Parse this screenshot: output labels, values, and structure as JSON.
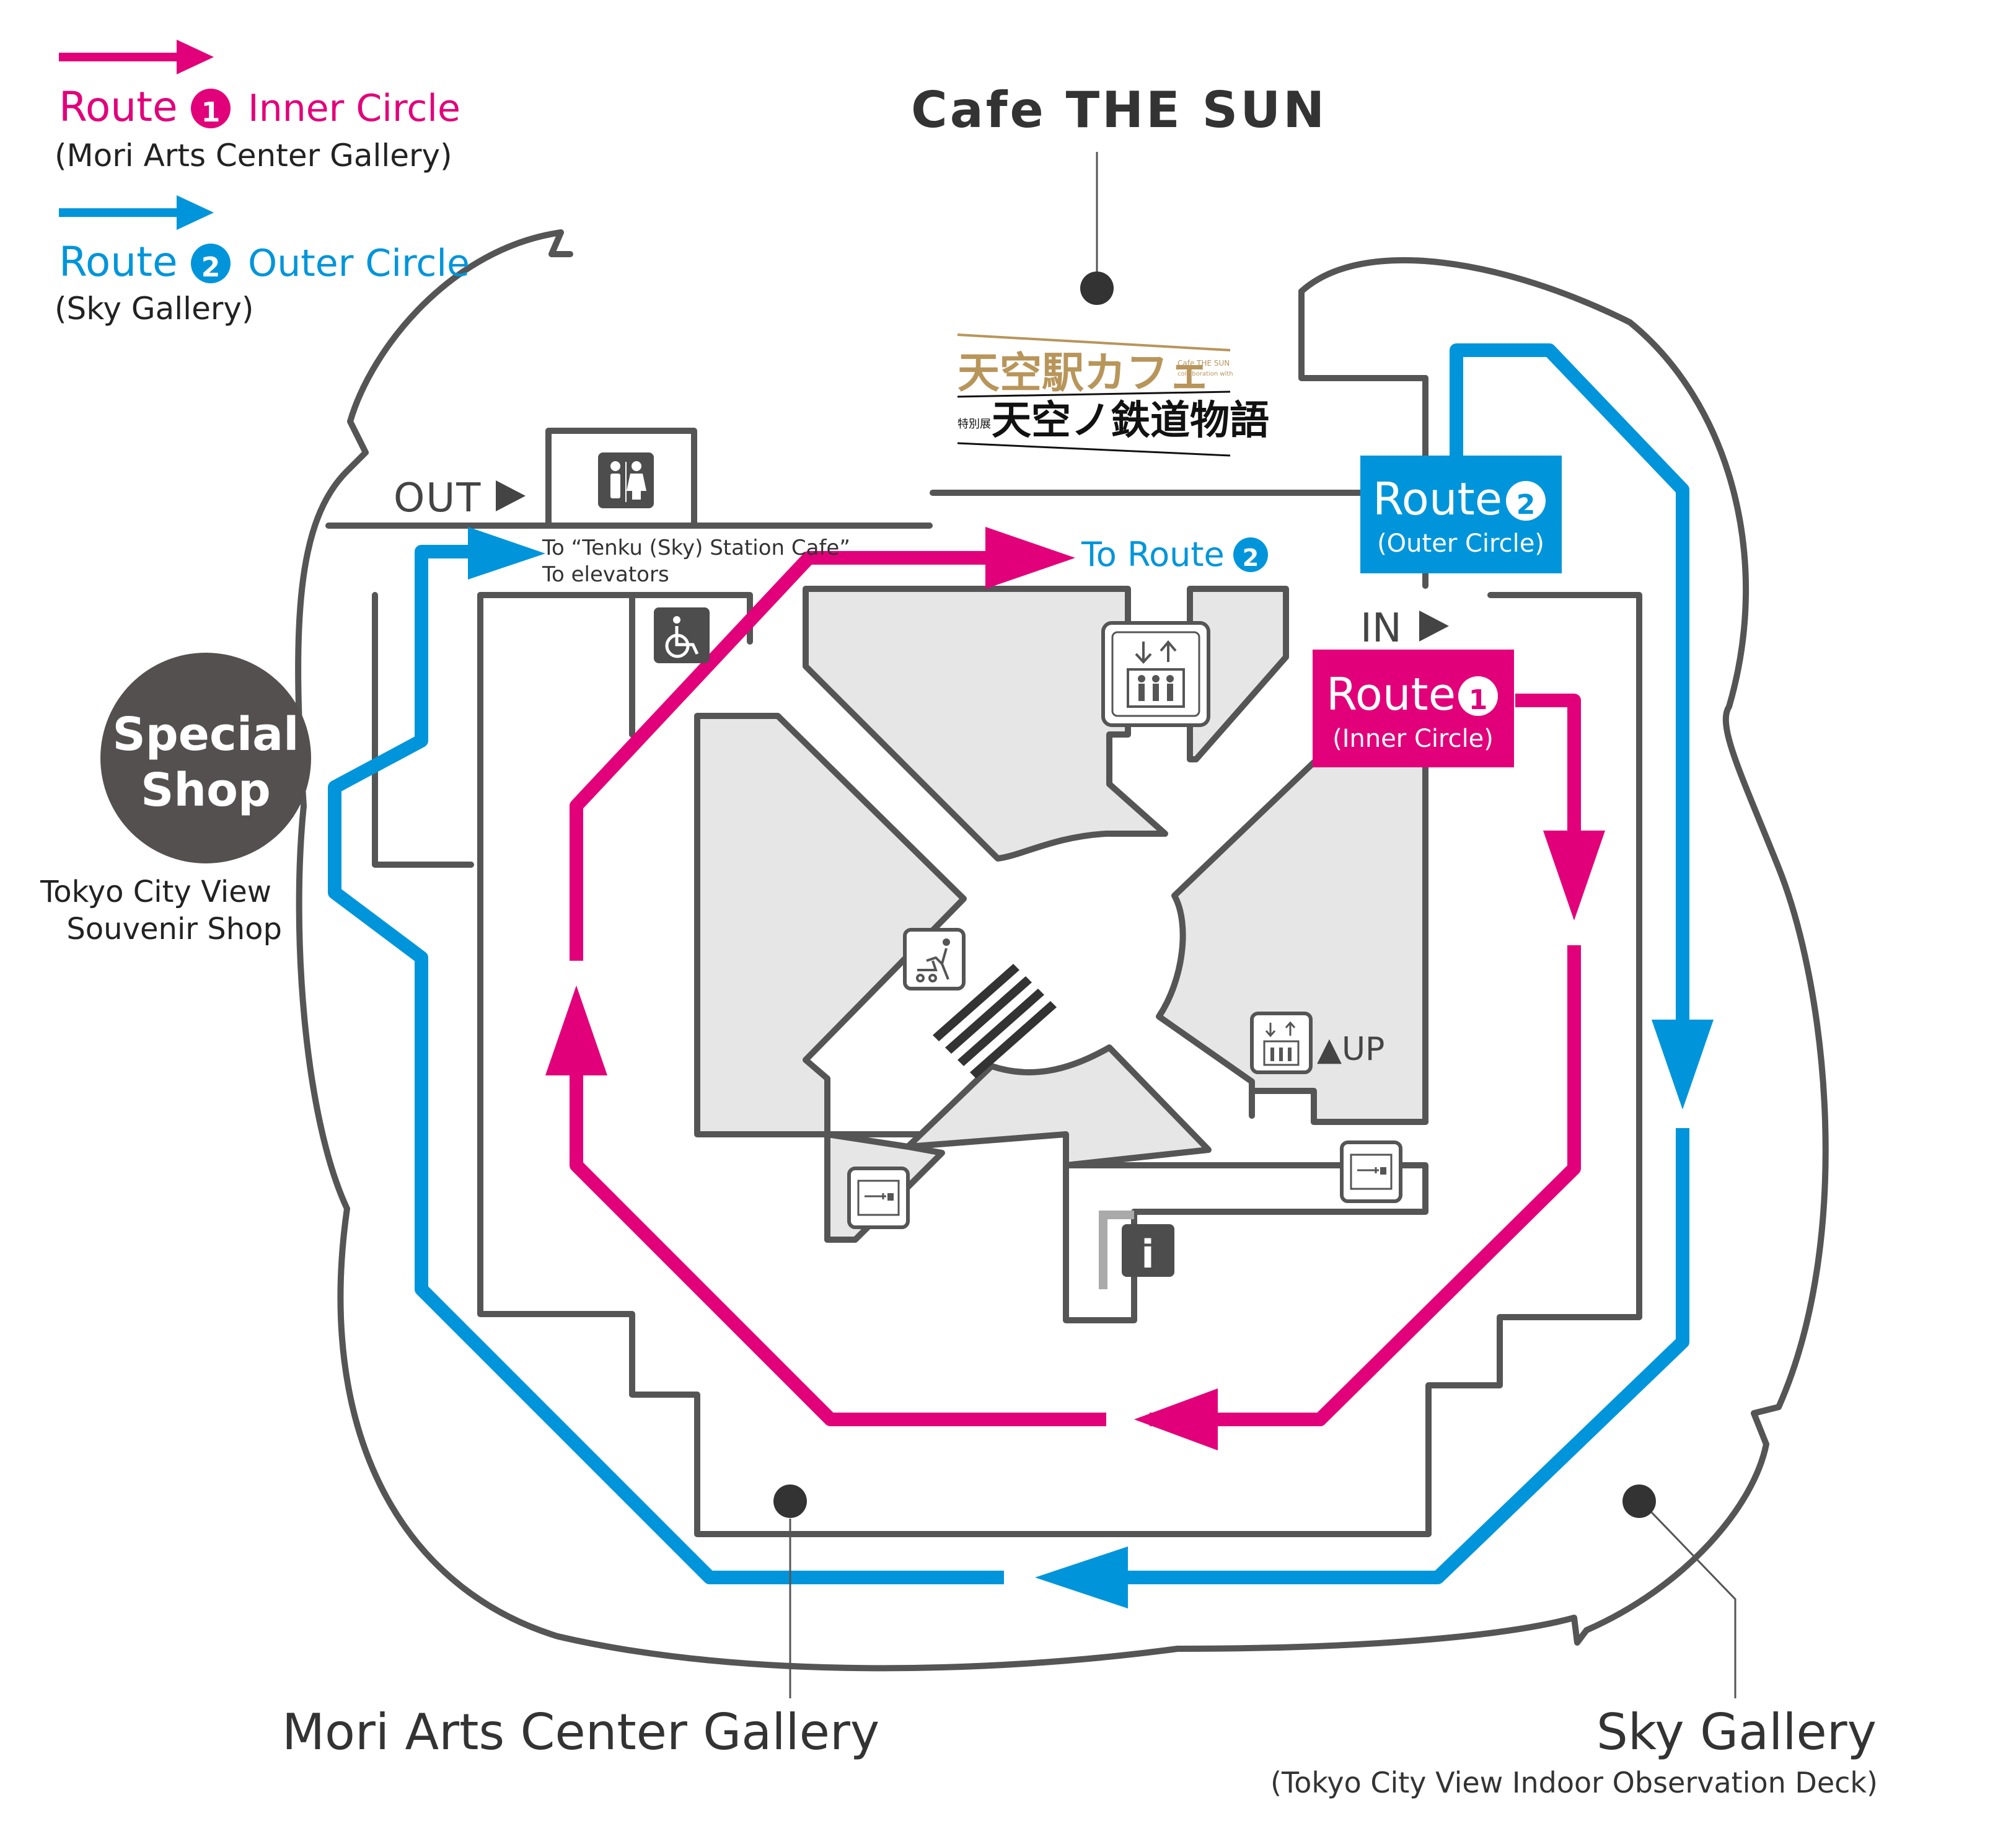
{
  "colors": {
    "route1": "#e2007a",
    "route2": "#0095da",
    "wall": "#555555",
    "block": "#e6e6e6",
    "dark": "#4d4d4d",
    "cafe_gold": "#b8955a"
  },
  "legend": {
    "route1_word": "Route",
    "route1_number": "1",
    "route1_name": "Inner Circle",
    "route1_sub": "(Mori Arts Center Gallery)",
    "route2_word": "Route",
    "route2_number": "2",
    "route2_name": "Outer Circle",
    "route2_sub": "(Sky Gallery)"
  },
  "labels": {
    "cafe_title": "Cafe THE SUN",
    "cafe_logo_line1": "天空駅カフェ",
    "cafe_logo_small": "Cafe THE SUN",
    "cafe_logo_small2": "collaboration with",
    "cafe_logo_line2_prefix": "特別展",
    "cafe_logo_line2": "天空ノ鉄道物語",
    "out_label": "OUT",
    "in_label": "IN",
    "to_cafe_line1": "To “Tenku (Sky) Station Cafe”",
    "to_cafe_line2": "To elevators",
    "to_route2_text": "To Route",
    "to_route2_number": "2",
    "route2_badge_word": "Route",
    "route2_badge_number": "2",
    "route2_badge_sub": "(Outer Circle)",
    "route1_badge_word": "Route",
    "route1_badge_number": "1",
    "route1_badge_sub": "(Inner Circle)",
    "special_shop_line1": "Special",
    "special_shop_line2": "Shop",
    "souvenir_line1": "Tokyo City View",
    "souvenir_line2": "Souvenir Shop",
    "up_label": "▲UP",
    "info_icon_glyph": "i",
    "mori_gallery": "Mori Arts Center Gallery",
    "sky_gallery": "Sky Gallery",
    "sky_gallery_sub": "(Tokyo City View Indoor Observation Deck)"
  },
  "icons": [
    "restroom-icon",
    "wheelchair-icon",
    "elevator-icon",
    "escalator-icon",
    "stroller-icon",
    "locker-icon",
    "information-icon"
  ]
}
